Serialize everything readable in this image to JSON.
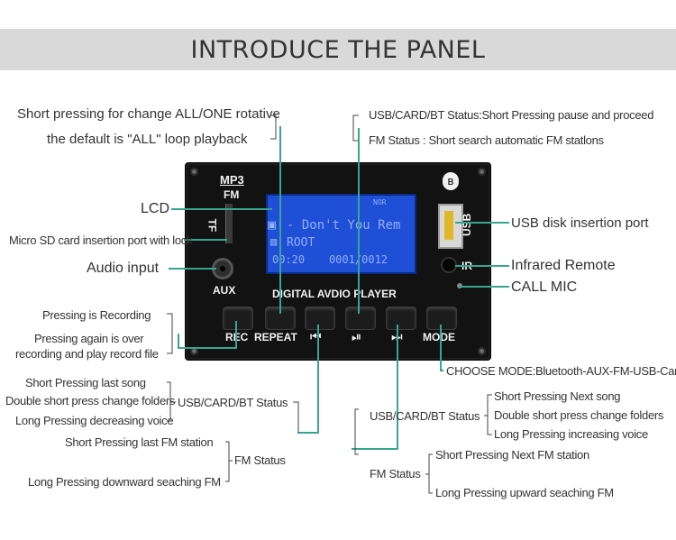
{
  "header": {
    "title": "INTRODUCE THE PANEL"
  },
  "labels": {
    "short_press_change_all_one": "Short pressing for change ALL/ONE rotative",
    "default_all_loop": "the default is \"ALL\" loop playback",
    "lcd": "LCD",
    "micro_sd": "Micro SD card insertion port with lock",
    "audio_input": "Audio input",
    "pressing_recording": "Pressing is Recording",
    "pressing_again_1": "Pressing again is over",
    "pressing_again_2": "recording and play record file",
    "short_last_song": "Short Pressing last song",
    "double_short_folders_left": "Double short press change folders",
    "long_decreasing": "Long Pressing decreasing voice",
    "usb_card_bt_left": "USB/CARD/BT Status",
    "short_last_fm": "Short Pressing last FM station",
    "fm_status_left": "FM Status",
    "long_downward": "Long Pressing downward seaching FM",
    "usb_status_top": "USB/CARD/BT Status:Short Pressing pause and proceed",
    "fm_status_top": "FM Status : Short search automatic FM statlons",
    "usb_disk": "USB disk insertion port",
    "infrared": "Infrared Remote",
    "call_mic": "CALL MIC",
    "choose_mode": "CHOOSE MODE:Bluetooth-AUX-FM-USB-Card",
    "short_next_song": "Short Pressing Next song",
    "double_short_folders_right": "Double short press change folders",
    "long_increasing": "Long Pressing increasing voice",
    "usb_card_bt_right": "USB/CARD/BT Status",
    "short_next_fm": "Short Pressing Next FM station",
    "fm_status_right": "FM Status",
    "long_upward": "Long Pressing upward seaching FM"
  },
  "panel": {
    "mp3": "MP3",
    "fm": "FM",
    "tf": "TF",
    "aux": "AUX",
    "usb": "USB",
    "ir": "IR",
    "title": "DIGITAL AVDIO PLAYER",
    "lcd_line1": "- Don't You Rem",
    "lcd_line2": "ROOT",
    "lcd_time": "00:20",
    "lcd_track": "0001/0012",
    "lcd_nor": "NOR",
    "buttons": {
      "rec": "REC",
      "repeat": "REPEAT",
      "prev": "⏮",
      "play": "⏯",
      "next": "⏭",
      "mode": "MODE"
    }
  },
  "colors": {
    "banner": "#d9d9d9",
    "leader": "#444444",
    "teal": "#3aa58f",
    "lcd": "#1e4fd6"
  }
}
